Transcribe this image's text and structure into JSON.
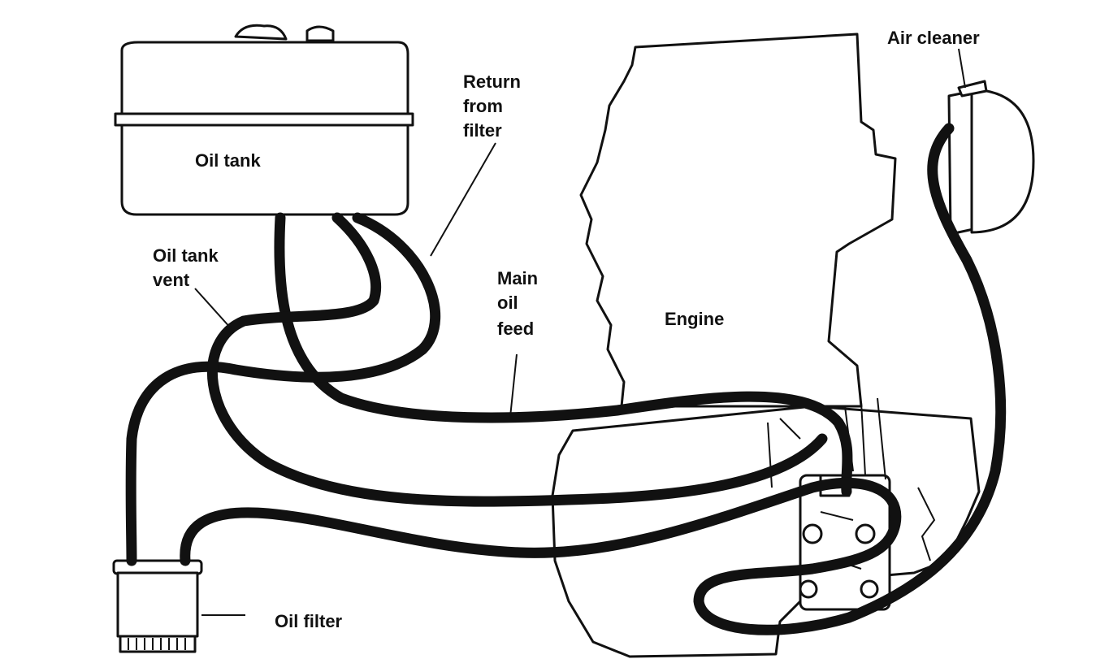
{
  "labels": {
    "oil_tank": "Oil tank",
    "return_line1": "Return",
    "return_line2": "from",
    "return_line3": "filter",
    "vent_line1": "Oil tank",
    "vent_line2": "vent",
    "main_line1": "Main",
    "main_line2": "oil",
    "main_line3": "feed",
    "engine": "Engine",
    "air_cleaner": "Air cleaner",
    "oil_filter": "Oil filter"
  },
  "colors": {
    "ink": "#111111",
    "paper": "#ffffff"
  }
}
